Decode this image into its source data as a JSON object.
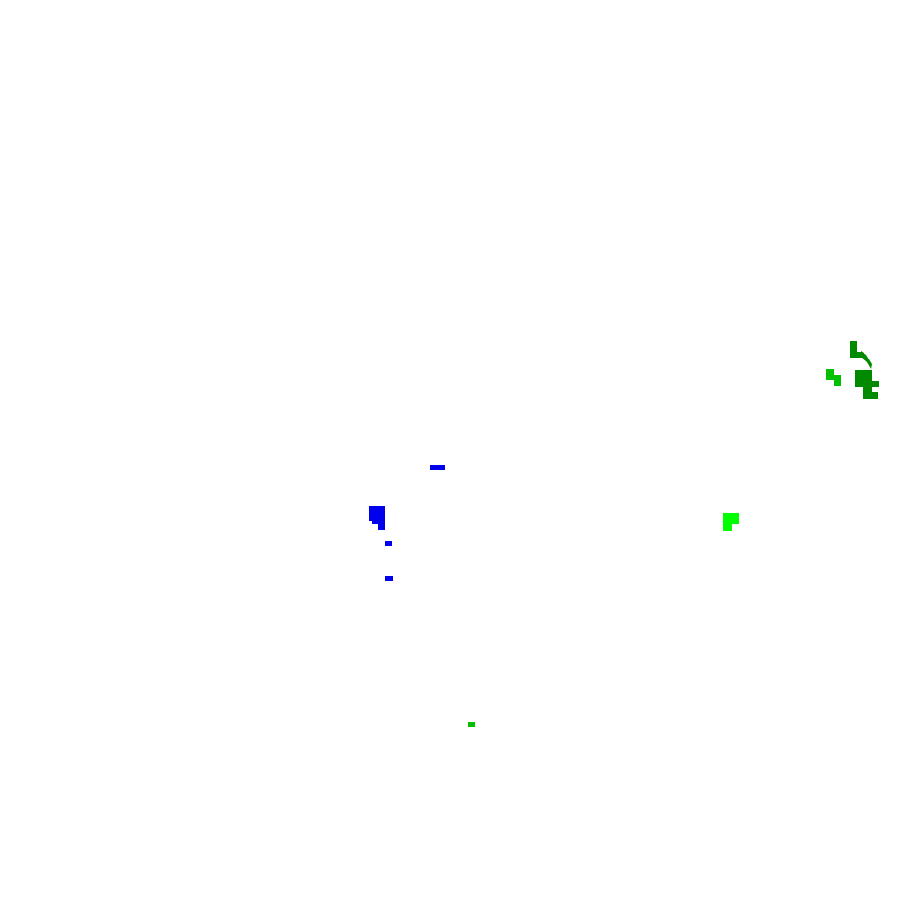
{
  "colors": {
    "background": "#ffffff",
    "blue": "#0000ee",
    "dark_green": "#008a00",
    "mid_green": "#00c000",
    "bright_green": "#00ff00"
  },
  "blobs": [
    {
      "id": "blue-dash",
      "color_key": "blue"
    },
    {
      "id": "blue-cluster",
      "color_key": "blue"
    },
    {
      "id": "blue-dot-upper",
      "color_key": "blue"
    },
    {
      "id": "blue-dot-lower",
      "color_key": "blue"
    },
    {
      "id": "bright-green-blob",
      "color_key": "bright_green"
    },
    {
      "id": "mid-green-dot",
      "color_key": "mid_green"
    },
    {
      "id": "mid-green-small-cluster",
      "color_key": "mid_green"
    },
    {
      "id": "dark-green-cluster",
      "color_key": "dark_green"
    }
  ]
}
